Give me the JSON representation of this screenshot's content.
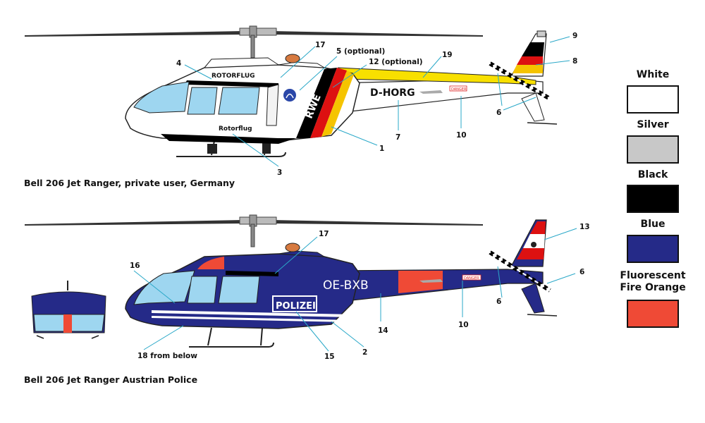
{
  "captions": {
    "heli1": "Bell 206 Jet Ranger, private user,  Germany",
    "heli2": "Bell 206 Jet Ranger  Austrian Police"
  },
  "heli1": {
    "registration": "D-HORG",
    "company_logo_text": "RWE",
    "cabin_text_top": "ROTORFLUG",
    "cabin_text_door": "Rotorflug",
    "danger_text": "DANGER",
    "callouts": [
      "4",
      "17",
      "5 (optional)",
      "12 (optional)",
      "19",
      "9",
      "8",
      "6",
      "1",
      "7",
      "10",
      "3"
    ]
  },
  "heli2": {
    "registration": "OE-BXB",
    "police_text": "POLIZEI",
    "danger_text": "DANGER",
    "callouts": [
      "16",
      "17",
      "13",
      "6",
      "6",
      "14",
      "10",
      "2",
      "15",
      "18 from below"
    ]
  },
  "legend": {
    "items": [
      {
        "label": "White",
        "color": "#ffffff"
      },
      {
        "label": "Silver",
        "color": "#c8c8c8"
      },
      {
        "label": "Black",
        "color": "#000000"
      },
      {
        "label": "Blue",
        "color": "#252a88"
      },
      {
        "label": "Fluorescent Fire Orange",
        "color": "#ef4a36"
      }
    ]
  },
  "colors": {
    "blue": "#252a88",
    "orange": "#ef4a36",
    "yellow": "#f8e000",
    "glass": "#9ed6f0",
    "silver": "#c8c8c8",
    "leader": "#2aa8c8",
    "black": "#000000",
    "red": "#dd1111",
    "gold": "#f5c400"
  }
}
